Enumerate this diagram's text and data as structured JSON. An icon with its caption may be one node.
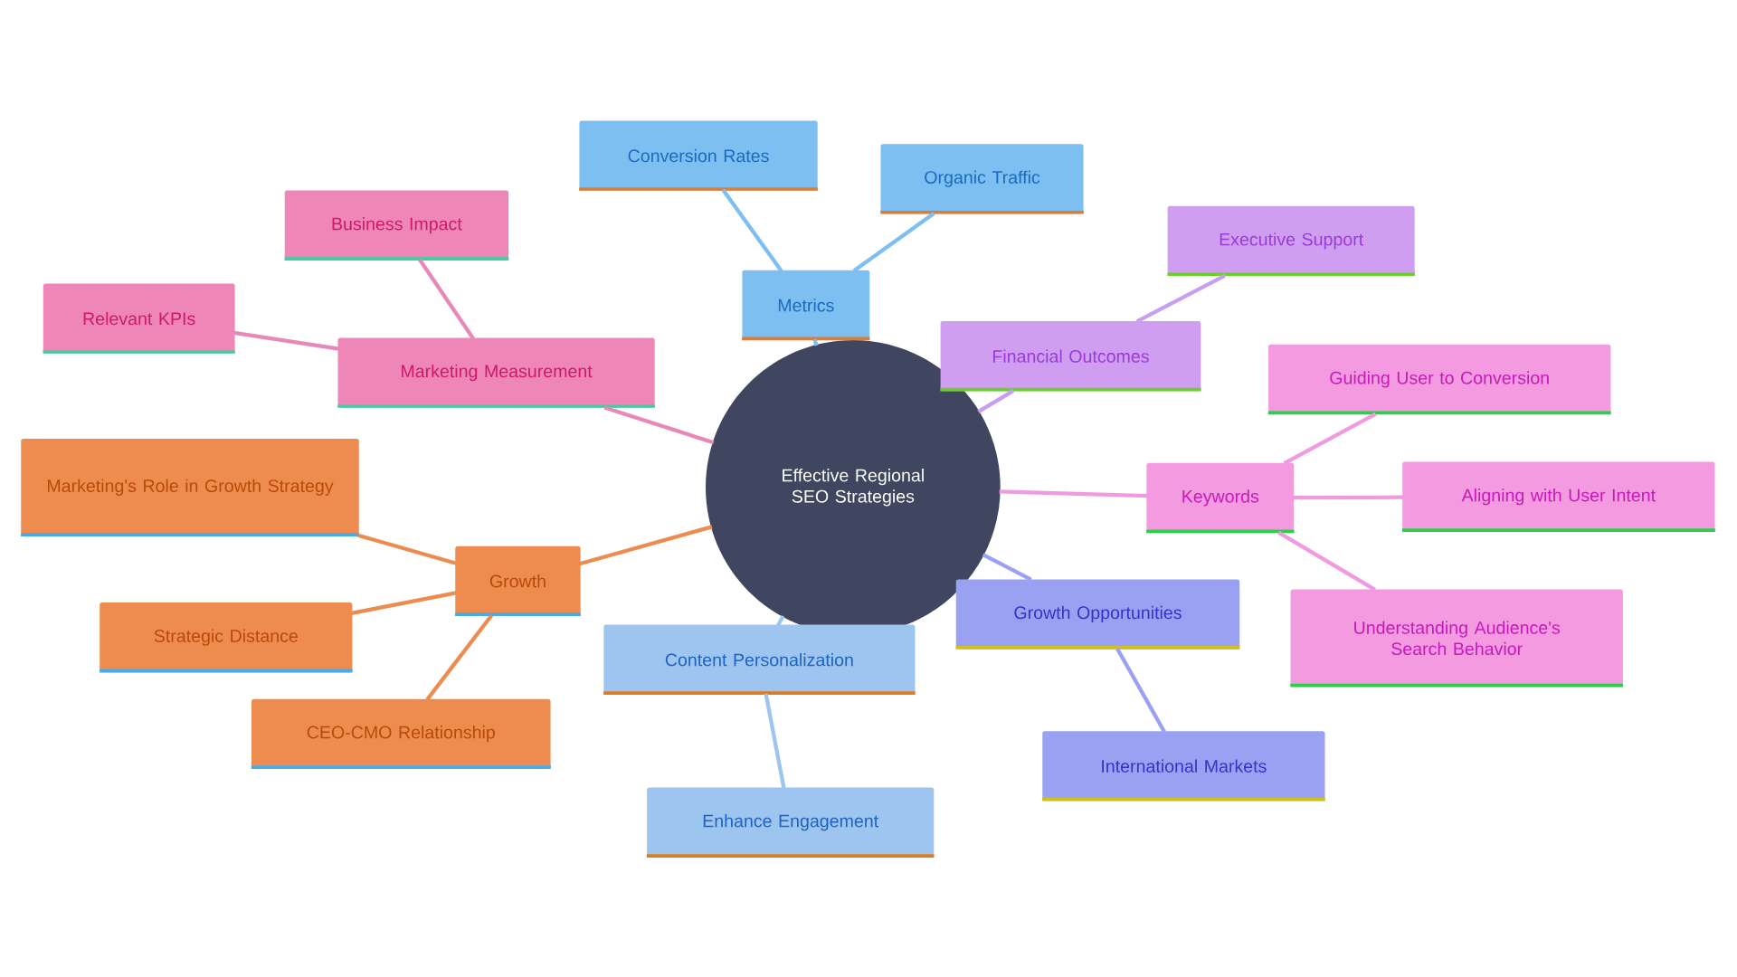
{
  "diagram": {
    "nodes": [
      {
        "text": [
          "Effective Regional SEO Strategies"
        ]
      },
      {
        "text": [
          "Metrics"
        ]
      },
      {
        "text": [
          "Conversion Rates"
        ]
      },
      {
        "text": [
          "Organic Traffic"
        ]
      },
      {
        "text": [
          "Marketing Measurement"
        ]
      },
      {
        "text": [
          "Business Impact"
        ]
      },
      {
        "text": [
          "Relevant KPIs"
        ]
      },
      {
        "text": [
          "Financial Outcomes"
        ]
      },
      {
        "text": [
          "Executive Support"
        ]
      },
      {
        "text": [
          "Keywords"
        ]
      },
      {
        "text": [
          "Guiding User to Conversion"
        ]
      },
      {
        "text": [
          "Aligning with User Intent"
        ]
      },
      {
        "text": [
          "Understanding Audience's Search Behavior"
        ]
      },
      {
        "text": [
          "Growth Opportunities"
        ]
      },
      {
        "text": [
          "International Markets"
        ]
      },
      {
        "text": [
          "Content Personalization"
        ]
      },
      {
        "text": [
          "Enhance Engagement"
        ]
      },
      {
        "text": [
          "Growth"
        ]
      },
      {
        "text": [
          "Marketing's Role in Growth Strategy"
        ]
      },
      {
        "text": [
          "Strategic Distance"
        ]
      },
      {
        "text": [
          "CEO-CMO Relationship"
        ]
      }
    ],
    "edges": [
      {
        "from": 0,
        "to": 1,
        "arrow": "none",
        "color": "#7cbff0"
      },
      {
        "from": 1,
        "to": 2,
        "arrow": "none",
        "color": "#7cbff0"
      },
      {
        "from": 1,
        "to": 3,
        "arrow": "none",
        "color": "#7cbff0"
      },
      {
        "from": 0,
        "to": 4,
        "arrow": "none",
        "color": "#e888b8"
      },
      {
        "from": 4,
        "to": 5,
        "arrow": "none",
        "color": "#e888b8"
      },
      {
        "from": 4,
        "to": 6,
        "arrow": "none",
        "color": "#e888b8"
      },
      {
        "from": 0,
        "to": 7,
        "arrow": "none",
        "color": "#c99ef0"
      },
      {
        "from": 7,
        "to": 8,
        "arrow": "none",
        "color": "#c99ef0"
      },
      {
        "from": 0,
        "to": 9,
        "arrow": "none",
        "color": "#f09ae0"
      },
      {
        "from": 9,
        "to": 10,
        "arrow": "none",
        "color": "#f09ae0"
      },
      {
        "from": 9,
        "to": 11,
        "arrow": "none",
        "color": "#f09ae0"
      },
      {
        "from": 9,
        "to": 12,
        "arrow": "none",
        "color": "#f09ae0"
      },
      {
        "from": 0,
        "to": 13,
        "arrow": "none",
        "color": "#9ba1f2"
      },
      {
        "from": 13,
        "to": 14,
        "arrow": "none",
        "color": "#9ba1f2"
      },
      {
        "from": 0,
        "to": 15,
        "arrow": "none",
        "color": "#9ec4f0"
      },
      {
        "from": 15,
        "to": 16,
        "arrow": "none",
        "color": "#9ec4f0"
      },
      {
        "from": 0,
        "to": 17,
        "arrow": "none",
        "color": "#ec8c50"
      },
      {
        "from": 17,
        "to": 18,
        "arrow": "none",
        "color": "#ec8c50"
      },
      {
        "from": 17,
        "to": 19,
        "arrow": "none",
        "color": "#ec8c50"
      },
      {
        "from": 17,
        "to": 20,
        "arrow": "none",
        "color": "#ec8c50"
      }
    ]
  }
}
